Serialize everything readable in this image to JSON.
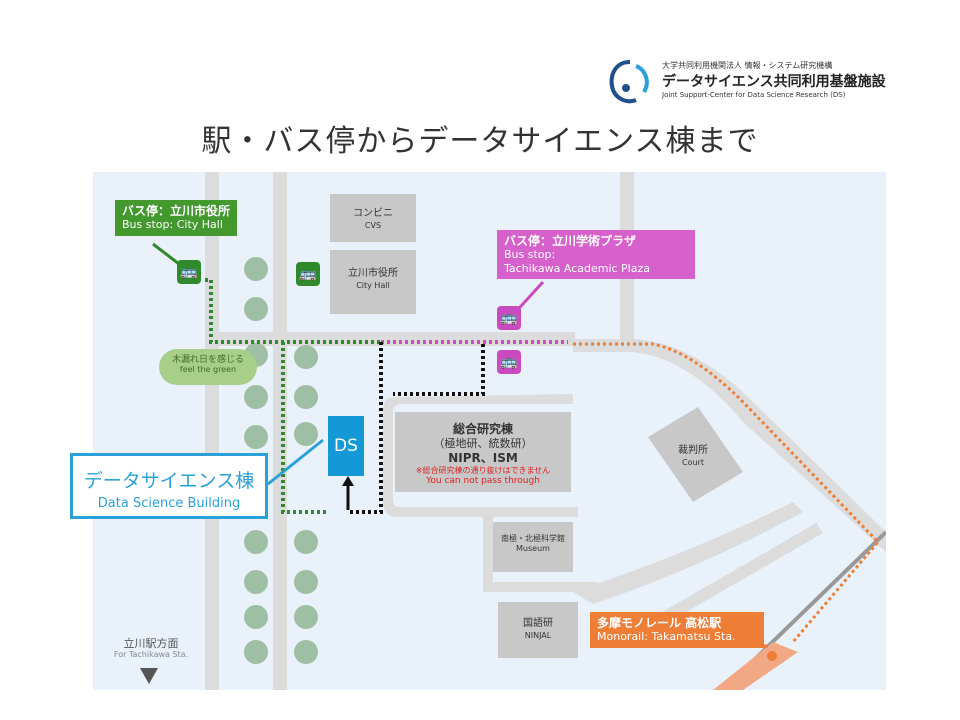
{
  "header": {
    "logo_line1": "大学共同利用機関法人 情報・システム研究機構",
    "logo_line2": "データサイエンス共同利用基盤施設",
    "logo_line3": "Joint Support-Center for Data Science Research (DS)",
    "title": "駅・バス停からデータサイエンス棟まで"
  },
  "map": {
    "bus_stop_city_hall": {
      "jp": "バス停：立川市役所",
      "en": "Bus stop:  City Hall"
    },
    "bus_stop_academic_plaza": {
      "jp": "バス停：立川学術プラザ",
      "en1": "Bus stop:",
      "en2": "Tachikawa Academic Plaza"
    },
    "cvs": {
      "jp": "コンビニ",
      "en": "CVS"
    },
    "city_hall": {
      "jp": "立川市役所",
      "en": "City Hall"
    },
    "feel_green": {
      "jp": "木漏れ日を感じる",
      "en": "feel the green"
    },
    "ds_box": "DS",
    "ds_building": {
      "jp": "データサイエンス棟",
      "en": "Data Science Building"
    },
    "nipr_ism": {
      "jp1": "総合研究棟",
      "jp2": "（極地研、統数研）",
      "en": "NIPR、ISM",
      "note_jp": "※総合研究棟の通り抜けはできません",
      "note_en": "You can not pass through"
    },
    "court": {
      "jp": "裁判所",
      "en": "Court"
    },
    "museum": {
      "jp": "南極・北極科学館",
      "en": "Museum"
    },
    "ninjal": {
      "jp": "国語研",
      "en": "NINJAL"
    },
    "monorail": {
      "jp": "多摩モノレール 高松駅",
      "en": "Monorail: Takamatsu Sta."
    },
    "tachikawa": {
      "jp": "立川駅方面",
      "en": "For Tachikawa Sta."
    }
  },
  "colors": {
    "green_route": "#2f8a2b",
    "pink_route": "#c94bbf",
    "orange_route": "#ee7d36",
    "ds_blue": "#1599d6",
    "building_gray": "#c8c8c8",
    "road_gray": "#dcdcdc"
  },
  "icons": [
    "bus-icon",
    "tree-icon",
    "arrow-up-icon",
    "arrow-down-icon",
    "logo-mark-icon"
  ]
}
